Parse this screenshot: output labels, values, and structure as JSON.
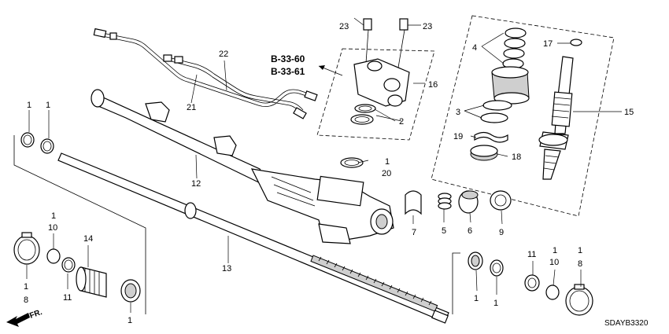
{
  "callouts": {
    "c1": "1",
    "c2": "2",
    "c3": "3",
    "c4": "4",
    "c5": "5",
    "c6": "6",
    "c7": "7",
    "c8": "8",
    "c9": "9",
    "c10": "10",
    "c11": "11",
    "c12": "12",
    "c13": "13",
    "c14": "14",
    "c15": "15",
    "c16": "16",
    "c17": "17",
    "c19": "19",
    "c18": "18",
    "c20": "20",
    "c21": "21",
    "c22": "22",
    "c23": "23"
  },
  "references": {
    "ref1": "B-33-60",
    "ref2": "B-33-61"
  },
  "diagram_code": "SDAYB3320",
  "direction_label": "FR."
}
